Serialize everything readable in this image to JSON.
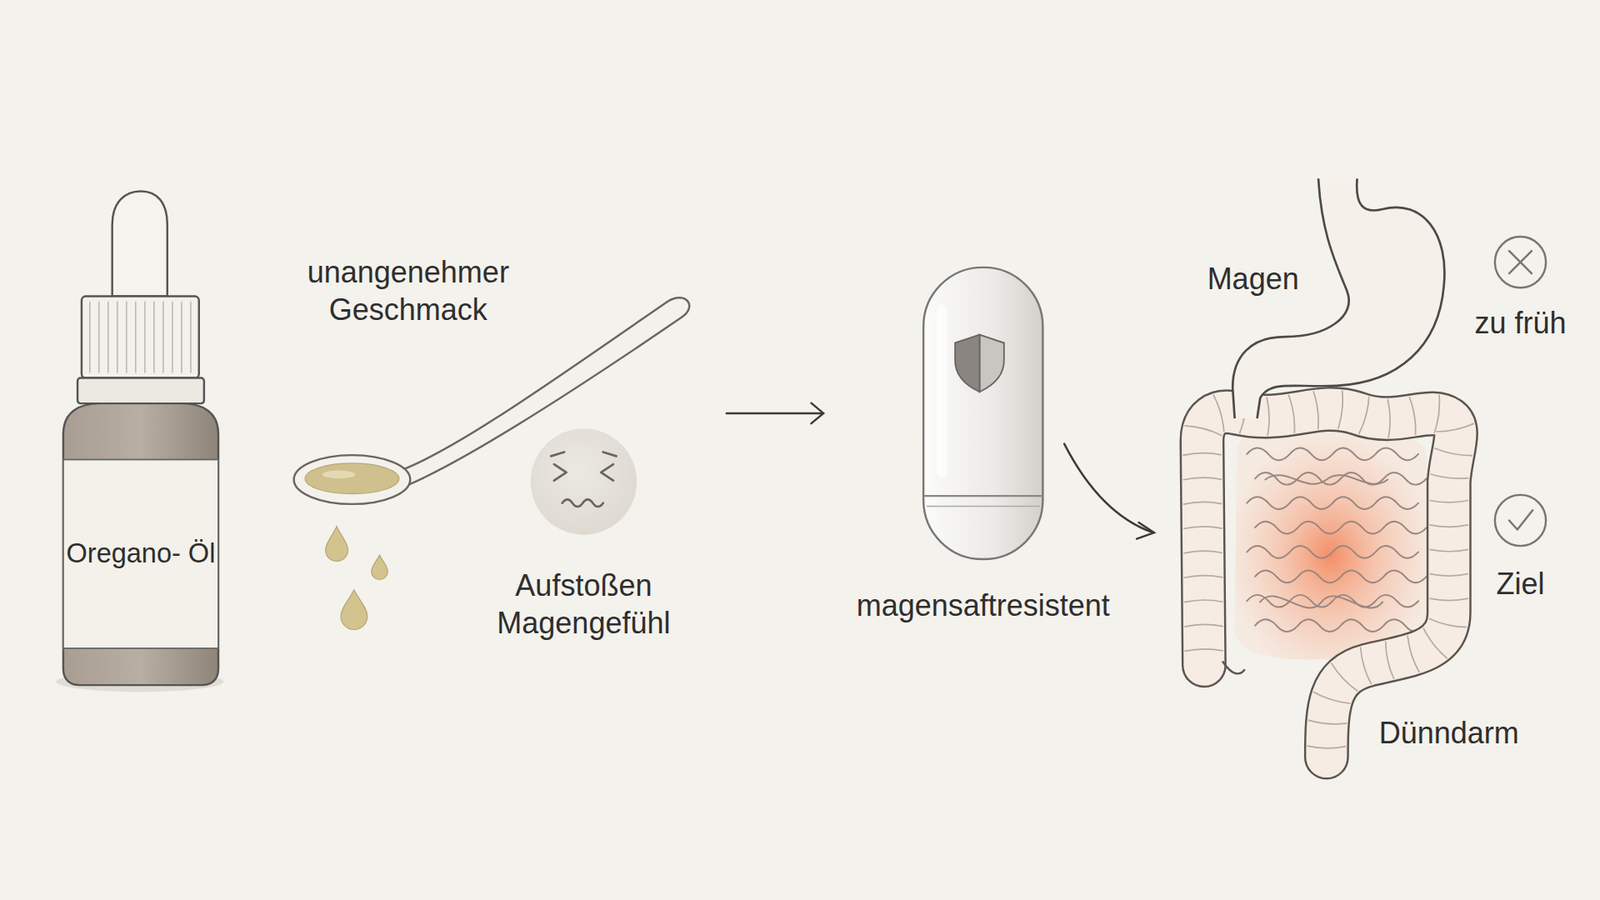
{
  "diagram": {
    "nodes": [
      {
        "text": [
          "Oregano- Öl"
        ]
      },
      {
        "text": [
          "magensaftresistent"
        ]
      }
    ],
    "labels": [
      "unangenehmer Geschmack",
      "Aufstoßen Magengefühl",
      "Magen",
      "zu früh",
      "Ziel",
      "Dünndarm"
    ]
  }
}
